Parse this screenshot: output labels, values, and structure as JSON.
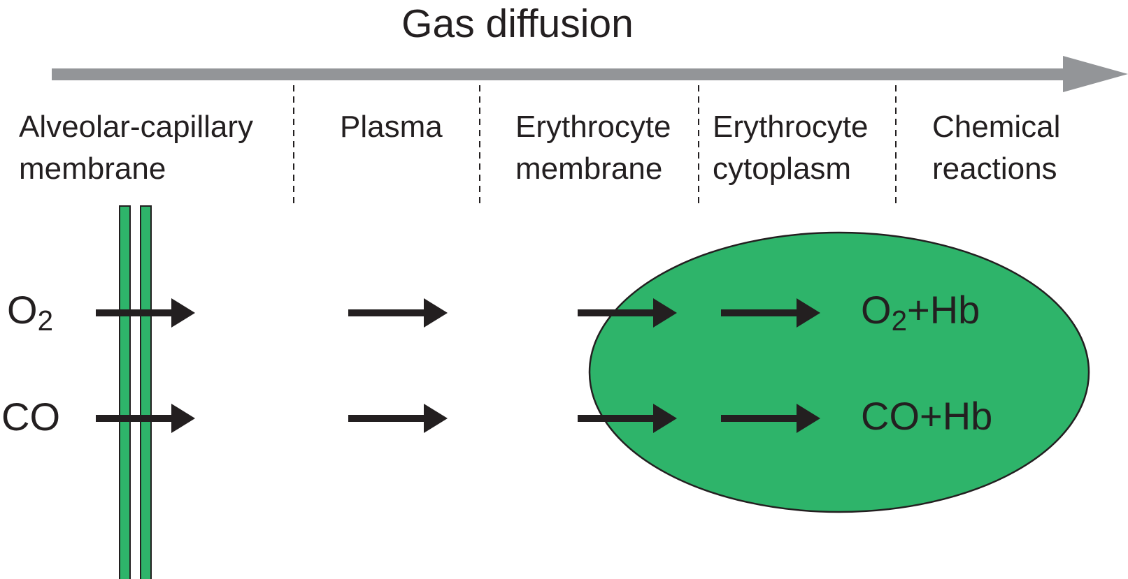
{
  "title": "Gas diffusion",
  "stages": [
    {
      "line1": "Alveolar-capillary",
      "line2": "membrane"
    },
    {
      "line1": "Plasma",
      "line2": ""
    },
    {
      "line1": "Erythrocyte",
      "line2": "membrane"
    },
    {
      "line1": "Erythrocyte",
      "line2": "cytoplasm"
    },
    {
      "line1": "Chemical",
      "line2": "reactions"
    }
  ],
  "gases": {
    "o2": {
      "base": "O",
      "sub": "2"
    },
    "co": {
      "base": "CO",
      "sub": ""
    }
  },
  "products": {
    "o2hb": {
      "base": "O",
      "sub": "2",
      "rest": "+Hb"
    },
    "cohb": {
      "base": "CO+Hb",
      "sub": "",
      "rest": ""
    }
  },
  "colors": {
    "arrow_gray": "#939598",
    "green": "#2eb46a",
    "outline": "#231f20",
    "arrow_black": "#231f20"
  }
}
